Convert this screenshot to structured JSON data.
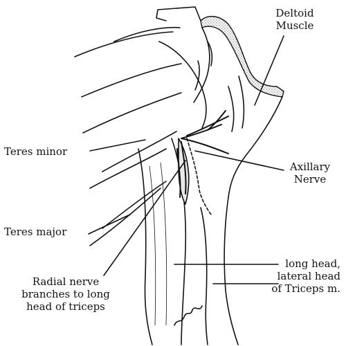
{
  "labels": {
    "deltoid": [
      "Deltoid",
      "Muscle"
    ],
    "axillary": [
      "Axillary",
      "Nerve"
    ],
    "teres_minor": "Teres minor",
    "teres_major": "Teres major",
    "radial": [
      "Radial nerve",
      "branches to long",
      "head of triceps"
    ],
    "triceps": [
      "long head,",
      "lateral head",
      "of Triceps m."
    ]
  },
  "colors": {
    "ink": "#111111",
    "paper": "#ffffff",
    "stipple": "#6a6a6a"
  }
}
